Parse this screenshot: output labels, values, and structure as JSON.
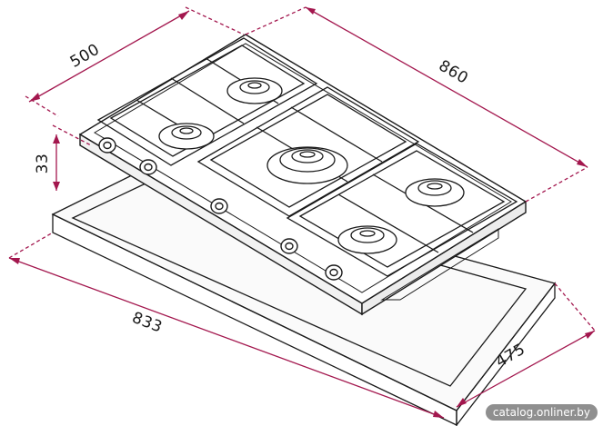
{
  "dimensions": {
    "width": "860",
    "depth": "500",
    "height": "33",
    "cutout_width": "833",
    "cutout_depth": "475"
  },
  "colors": {
    "dimension_line": "#a3174e",
    "outline": "#1a1a1a",
    "watermark_bg": "#8f8f8f"
  },
  "watermark": {
    "text": "catalog.onliner.by"
  }
}
